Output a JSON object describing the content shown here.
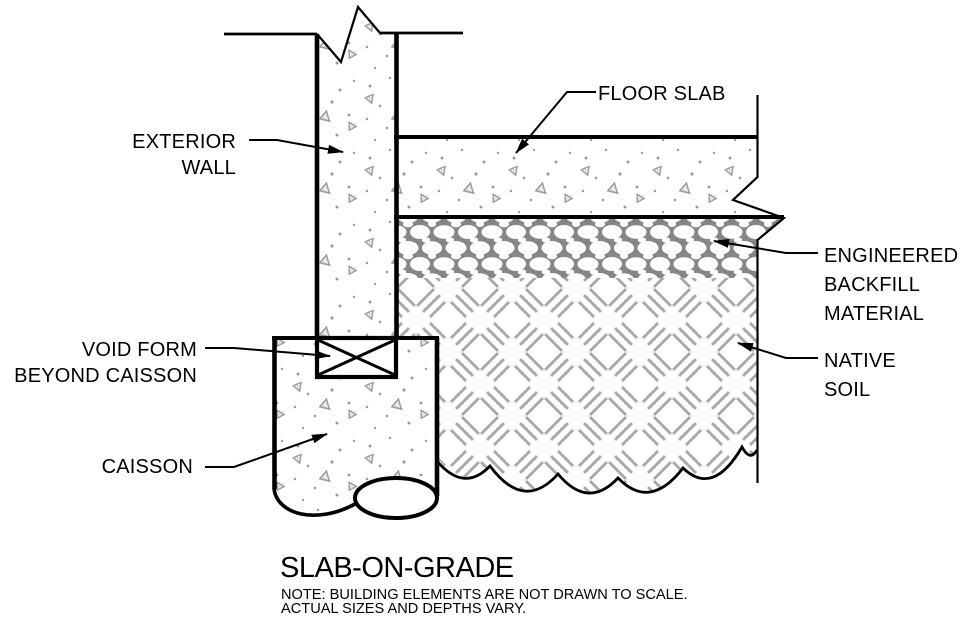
{
  "drawing": {
    "title_block": {
      "title": "SLAB-ON-GRADE",
      "note_line1": "NOTE: BUILDING ELEMENTS ARE NOT DRAWN TO SCALE.",
      "note_line2": "ACTUAL SIZES AND DEPTHS VARY."
    },
    "labels": {
      "exterior_wall": {
        "line1": "EXTERIOR",
        "line2": "WALL"
      },
      "floor_slab": {
        "line1": "FLOOR SLAB"
      },
      "engineered_backfill": {
        "line1": "ENGINEERED",
        "line2": "BACKFILL",
        "line3": "MATERIAL"
      },
      "native_soil": {
        "line1": "NATIVE",
        "line2": "SOIL"
      },
      "void_form": {
        "line1": "VOID FORM",
        "line2": "BEYOND CAISSON"
      },
      "caisson": {
        "line1": "CAISSON"
      }
    },
    "colors": {
      "line": "#000000",
      "stipple_gray": "#9b9b9b",
      "gravel_gray": "#868686",
      "soil_hatch_gray": "#a8a8a8",
      "background": "#ffffff"
    }
  }
}
